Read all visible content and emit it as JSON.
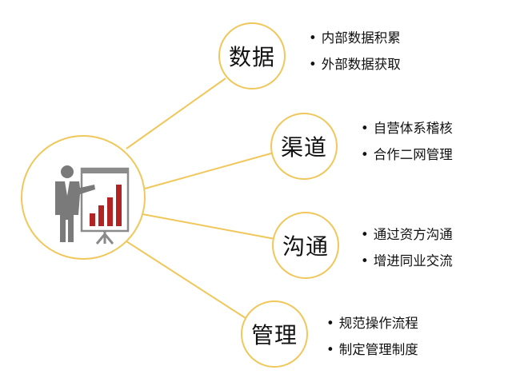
{
  "accent_color": "#f0c75a",
  "center_icon": "presenter-with-bar-chart-icon",
  "nodes": [
    {
      "label": "数据",
      "items": [
        "内部数据积累",
        "外部数据获取"
      ]
    },
    {
      "label": "渠道",
      "items": [
        "自营体系稽核",
        "合作二网管理"
      ]
    },
    {
      "label": "沟通",
      "items": [
        "通过资方沟通",
        "增进同业交流"
      ]
    },
    {
      "label": "管理",
      "items": [
        "规范操作流程",
        "制定管理制度"
      ]
    }
  ]
}
